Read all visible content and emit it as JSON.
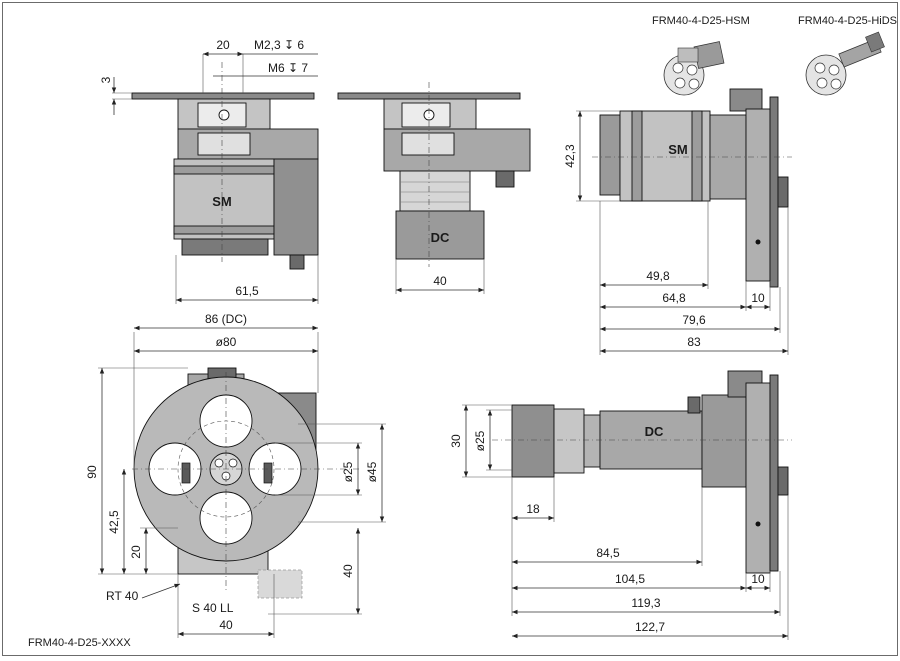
{
  "views": {
    "top_left": {
      "motor_label": "SM",
      "dim_20": "20",
      "dim_m23": "M2,3 ↧ 6",
      "dim_m6": "M6 ↧ 7",
      "dim_3": "3",
      "dim_width": "61,5"
    },
    "top_middle": {
      "motor_label": "DC",
      "dim_width": "40"
    },
    "top_right": {
      "motor_label": "SM",
      "dim_height": "42,3",
      "dim_1": "49,8",
      "dim_2": "64,8",
      "dim_3": "79,6",
      "dim_4": "83",
      "dim_10": "10"
    },
    "front": {
      "dim_86": "86 (DC)",
      "dim_80": "ø80",
      "dim_90": "90",
      "dim_425": "42,5",
      "dim_20": "20",
      "dim_25": "ø25",
      "dim_45": "ø45",
      "dim_40v": "40",
      "dim_40h": "40",
      "rt40": "RT 40",
      "s40ll": "S 40 LL"
    },
    "side_dc": {
      "motor_label": "DC",
      "dim_30": "30",
      "dim_25": "ø25",
      "dim_18": "18",
      "dim_845": "84,5",
      "dim_1045": "104,5",
      "dim_1193": "119,3",
      "dim_1227": "122,7",
      "dim_10": "10"
    }
  },
  "thumbnails": {
    "hsm": "FRM40-4-D25-HSM",
    "hids": "FRM40-4-D25-HiDS"
  },
  "footer": {
    "part_code": "FRM40-4-D25-XXXX"
  },
  "colors": {
    "border": "#6b6b6b",
    "part_gray": "#b9b9b9",
    "part_dark": "#8a8a8a",
    "part_darker": "#5a5a5a"
  }
}
